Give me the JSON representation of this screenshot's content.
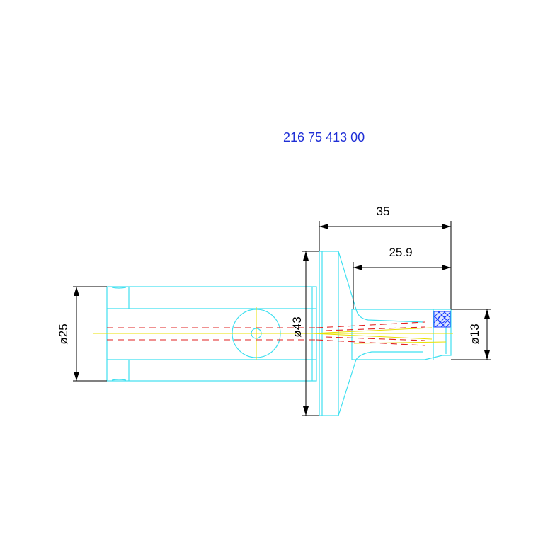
{
  "drawing": {
    "part_number": "216 75 413 00",
    "dimensions": {
      "overall_length": "35",
      "tip_length": "25.9",
      "body_diameter": "ø25",
      "flange_diameter": "ø43",
      "tip_diameter": "ø13"
    },
    "colors": {
      "outline": "#3fe0f0",
      "centerline": "#e8e000",
      "hidden_line": "#e02020",
      "dimension": "#000000",
      "part_number": "#1f2fd6",
      "hatch": "#2040ff"
    }
  }
}
